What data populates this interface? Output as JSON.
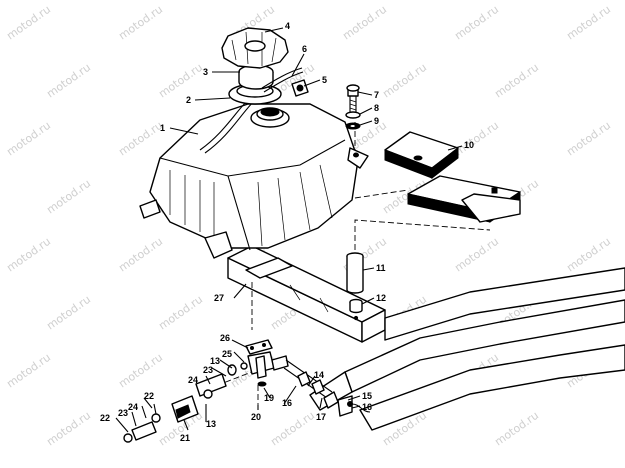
{
  "watermark": "motod.ru",
  "callouts": [
    {
      "id": "c1",
      "text": "1"
    },
    {
      "id": "c2",
      "text": "2"
    },
    {
      "id": "c3",
      "text": "3"
    },
    {
      "id": "c4",
      "text": "4"
    },
    {
      "id": "c5",
      "text": "5"
    },
    {
      "id": "c6",
      "text": "6"
    },
    {
      "id": "c7",
      "text": "7"
    },
    {
      "id": "c8",
      "text": "8"
    },
    {
      "id": "c9",
      "text": "9"
    },
    {
      "id": "c10",
      "text": "10"
    },
    {
      "id": "c11",
      "text": "11"
    },
    {
      "id": "c12",
      "text": "12"
    },
    {
      "id": "c13a",
      "text": "13"
    },
    {
      "id": "c13b",
      "text": "13"
    },
    {
      "id": "c14",
      "text": "14"
    },
    {
      "id": "c15",
      "text": "15"
    },
    {
      "id": "c16a",
      "text": "16"
    },
    {
      "id": "c16b",
      "text": "16"
    },
    {
      "id": "c17",
      "text": "17"
    },
    {
      "id": "c19",
      "text": "19"
    },
    {
      "id": "c20",
      "text": "20"
    },
    {
      "id": "c21",
      "text": "21"
    },
    {
      "id": "c22a",
      "text": "22"
    },
    {
      "id": "c22b",
      "text": "22"
    },
    {
      "id": "c23a",
      "text": "23"
    },
    {
      "id": "c23b",
      "text": "23"
    },
    {
      "id": "c24a",
      "text": "24"
    },
    {
      "id": "c24b",
      "text": "24"
    },
    {
      "id": "c25",
      "text": "25"
    },
    {
      "id": "c26",
      "text": "26"
    },
    {
      "id": "c27",
      "text": "27"
    }
  ]
}
